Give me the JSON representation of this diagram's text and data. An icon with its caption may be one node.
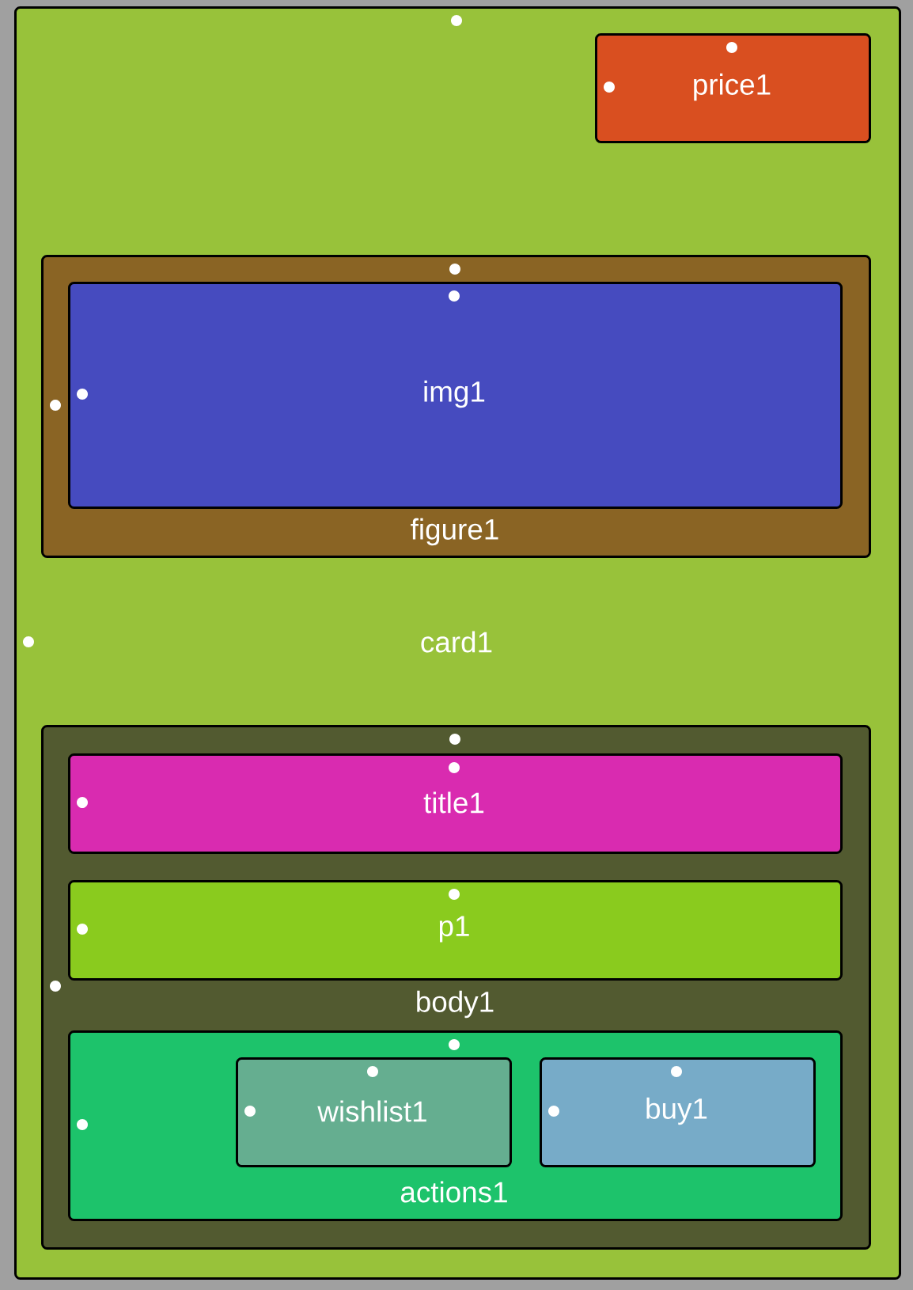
{
  "diagram": {
    "nodes": [
      {
        "text": [
          "card1"
        ]
      },
      {
        "text": [
          "price1"
        ],
        "in": 0
      },
      {
        "text": [
          "figure1"
        ],
        "in": 0
      },
      {
        "text": [
          "img1"
        ],
        "in": 2
      },
      {
        "text": [
          "body1"
        ],
        "in": 0
      },
      {
        "text": [
          "title1"
        ],
        "in": 4
      },
      {
        "text": [
          "p1"
        ],
        "in": 4
      },
      {
        "text": [
          "actions1"
        ],
        "in": 4
      },
      {
        "text": [
          "wishlist1"
        ],
        "in": 7
      },
      {
        "text": [
          "buy1"
        ],
        "in": 7
      }
    ]
  }
}
